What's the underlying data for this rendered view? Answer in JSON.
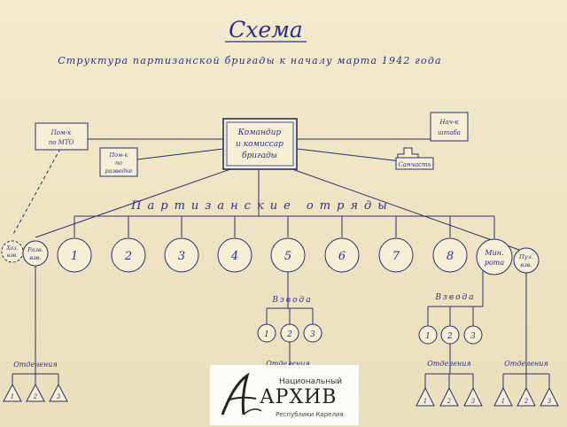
{
  "title": "Схема",
  "subtitle": "Структура партизанской бригады к началу марта 1942 года",
  "commander": [
    "Командир",
    "и комиссар",
    "бригады"
  ],
  "mto": [
    "Пом-к",
    "по МТО"
  ],
  "razvedka": [
    "Пом-к",
    "по",
    "разведке"
  ],
  "shtab": [
    "Нач-к",
    "штаба"
  ],
  "sanchast": "Санчасть",
  "otryady_label": "Партизанские отряды",
  "otryady": [
    "1",
    "2",
    "3",
    "4",
    "5",
    "6",
    "7",
    "8"
  ],
  "hoz": [
    "Хоз.",
    "взв."
  ],
  "razv_vzv": [
    "Разв.",
    "взв."
  ],
  "minrota": [
    "Мин.",
    "рота"
  ],
  "pulvzv": [
    "Пул.",
    "взв."
  ],
  "vzvoda_label": "Взвода",
  "vzvoda": [
    "1",
    "2",
    "3"
  ],
  "otdeleniya_label": "Отделения",
  "otdeleniya": [
    "1",
    "2",
    "3"
  ],
  "watermark": {
    "line1": "Национальный",
    "line2": "АРХИВ",
    "line3": "Республики Карелия"
  }
}
